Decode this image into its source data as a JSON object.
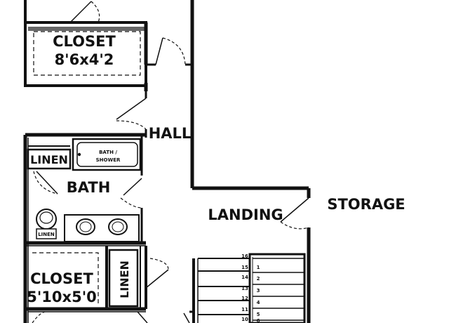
{
  "floor_plan": {
    "rooms": {
      "closet_upper": {
        "name": "CLOSET",
        "dimensions": "8'6x4'2"
      },
      "hall": {
        "name": "HALL"
      },
      "linen_upper": {
        "name": "LINEN"
      },
      "bath_fixture": {
        "line1": "BATH /",
        "line2": "SHOWER"
      },
      "bath": {
        "name": "BATH"
      },
      "toilet_tag": {
        "name": "LINEN"
      },
      "landing": {
        "name": "LANDING"
      },
      "storage": {
        "name": "STORAGE"
      },
      "closet_lower": {
        "name": "CLOSET",
        "dimensions": "5'10x5'0"
      },
      "linen_lower": {
        "name": "LINEN"
      }
    },
    "stair_steps_left": [
      "16",
      "15",
      "14",
      "13",
      "12",
      "11",
      "10"
    ],
    "stair_steps_right": [
      "1",
      "2",
      "3",
      "4",
      "5",
      "6"
    ]
  }
}
